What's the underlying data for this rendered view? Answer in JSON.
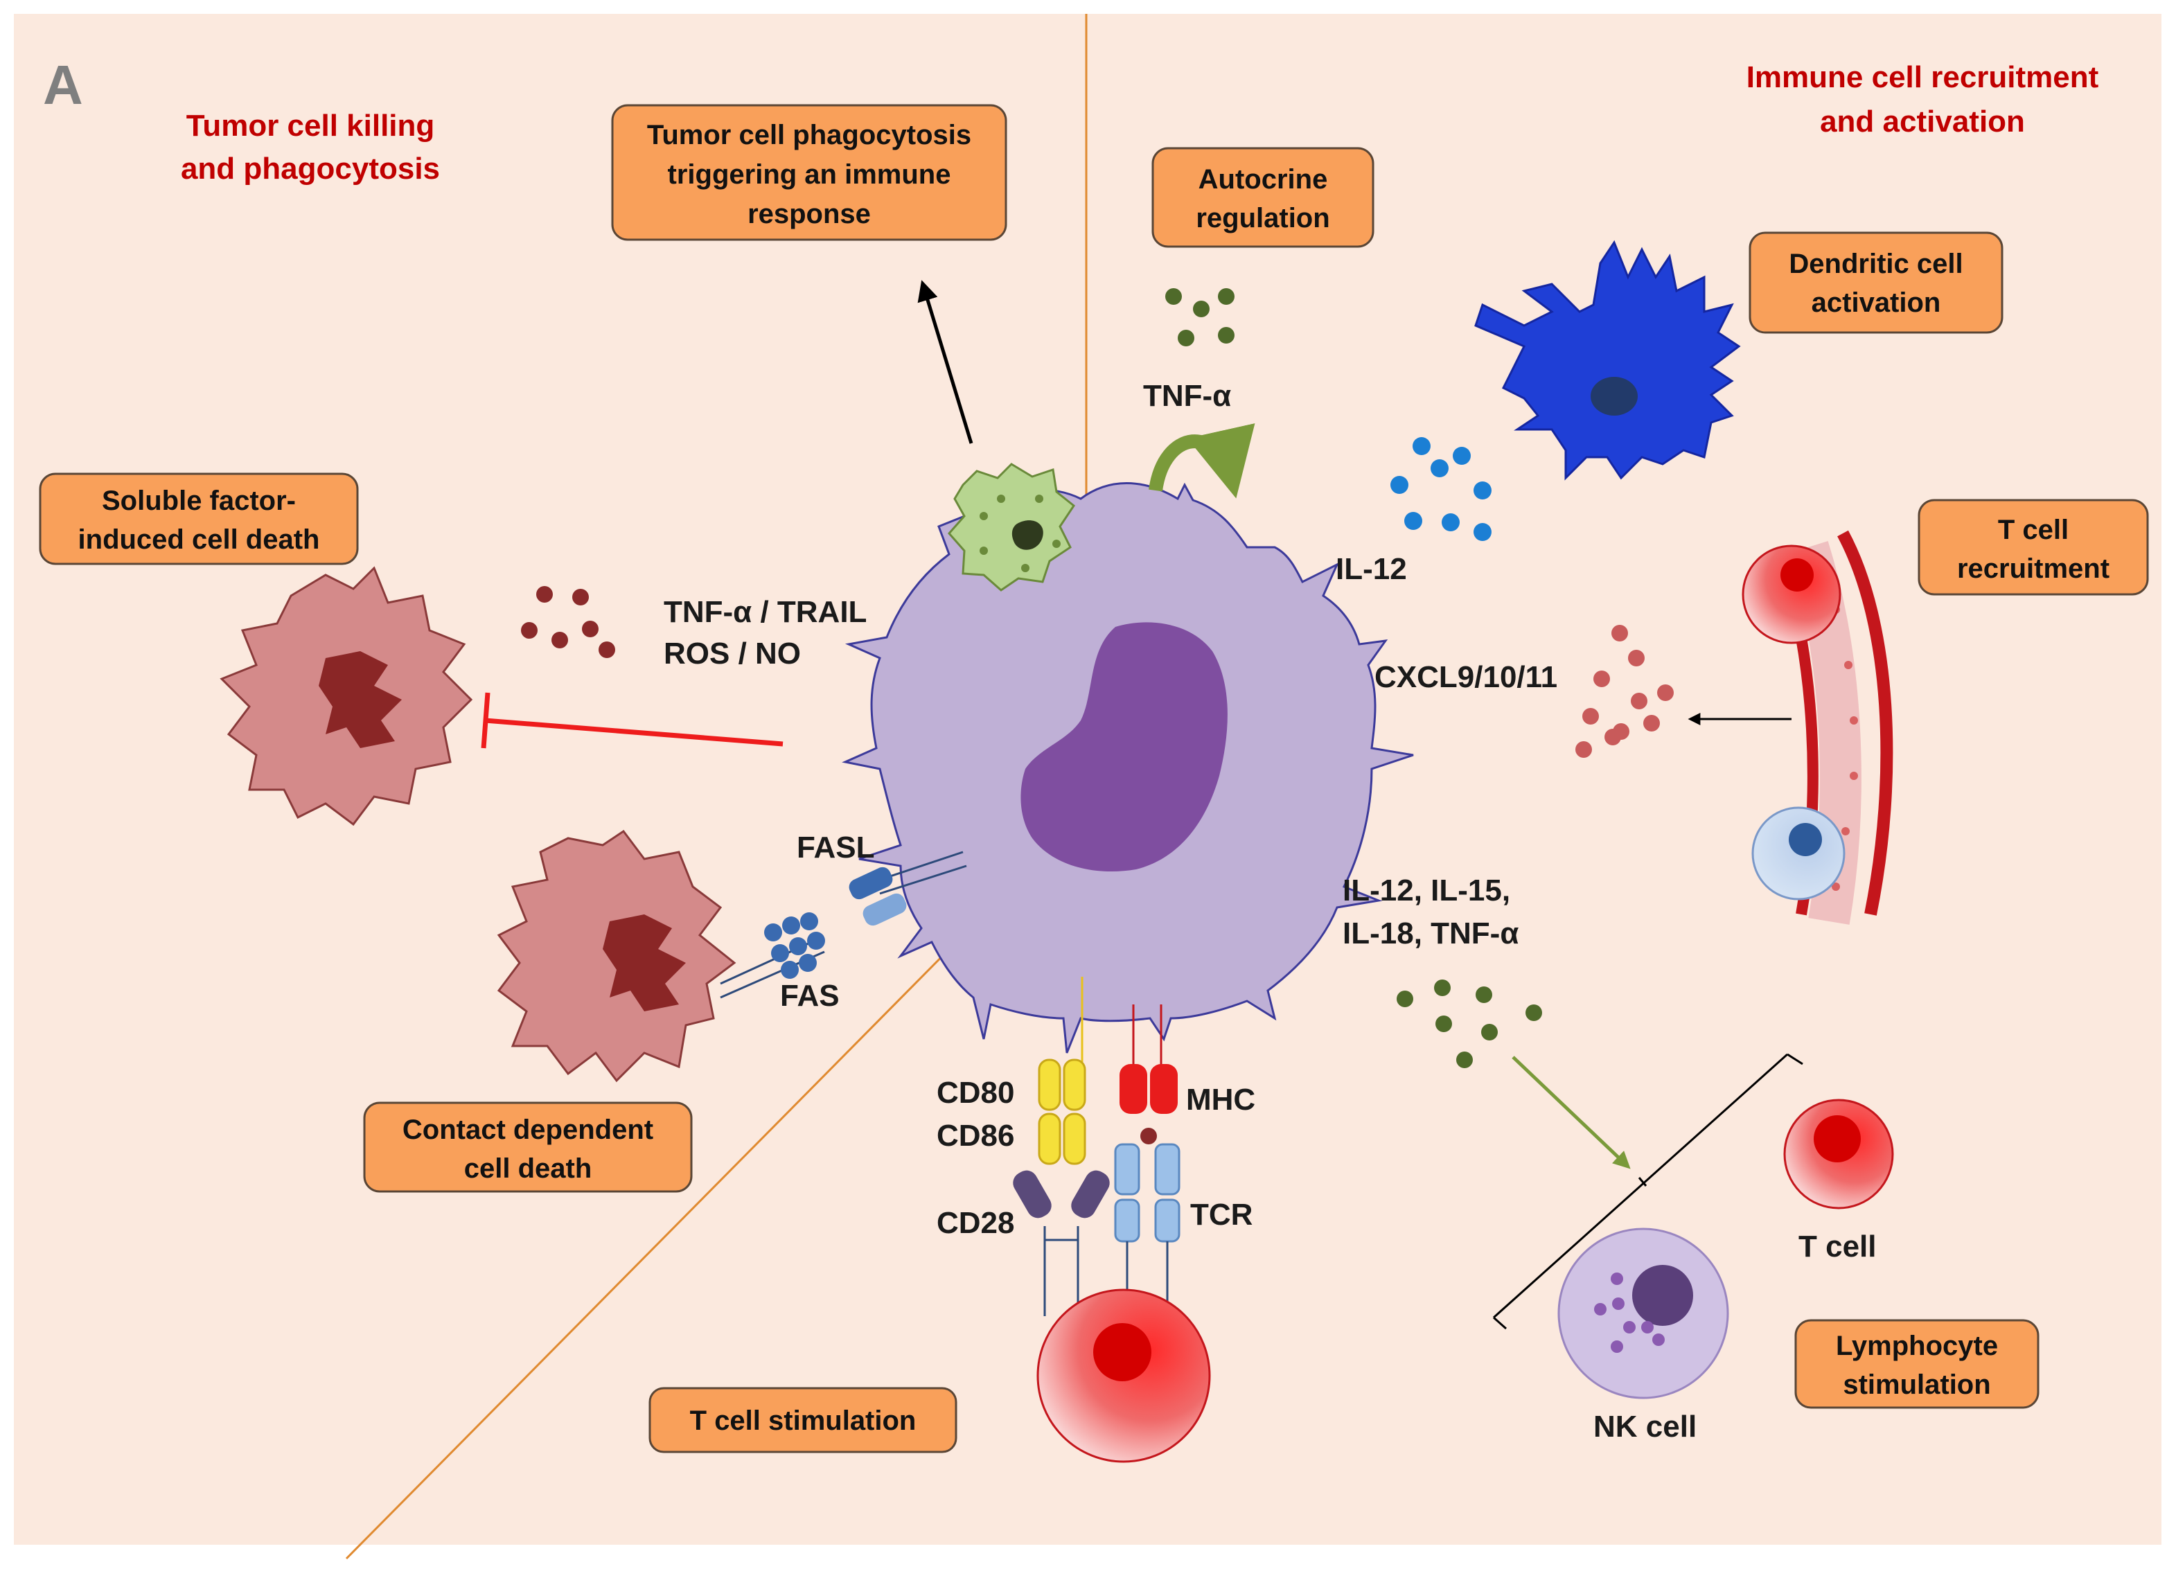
{
  "panel_letter": "A",
  "section_titles": {
    "left": [
      "Tumor cell killing",
      "and phagocytosis"
    ],
    "right": [
      "Immune cell recruitment",
      "and activation"
    ]
  },
  "boxes": {
    "phagocytosis": [
      "Tumor cell phagocytosis",
      "triggering an immune",
      "response"
    ],
    "autocrine": [
      "Autocrine",
      "regulation"
    ],
    "dendritic": [
      "Dendritic cell",
      "activation"
    ],
    "soluble": [
      "Soluble factor-",
      "induced cell death"
    ],
    "tcell_recruitment": [
      "T cell",
      "recruitment"
    ],
    "contact": [
      "Contact dependent",
      "cell death"
    ],
    "tcell_stimulation": [
      "T cell stimulation"
    ],
    "lymphocyte": [
      "Lymphocyte",
      "stimulation"
    ]
  },
  "labels": {
    "tnf_autocrine": "TNF-α",
    "il12": "IL-12",
    "tnf_trail": "TNF-α / TRAIL",
    "ros_no": "ROS / NO",
    "cxcl": "CXCL9/10/11",
    "fasl": "FASL",
    "fas": "FAS",
    "il_group_1": "IL-12, IL-15,",
    "il_group_2": "IL-18, TNF-α",
    "cd80": "CD80",
    "cd86": "CD86",
    "cd28": "CD28",
    "mhc": "MHC",
    "tcr": "TCR",
    "tcell": "T cell",
    "nkcell": "NK cell"
  },
  "colors": {
    "background": "#fbe9de",
    "box_fill": "#f9a05a",
    "macrophage": "#bfb0d6",
    "nucleus": "#7f4ea0",
    "tumor_cell": "#d48a8a",
    "dendritic_cell": "#1f3fd6",
    "title_red": "#c00000"
  }
}
